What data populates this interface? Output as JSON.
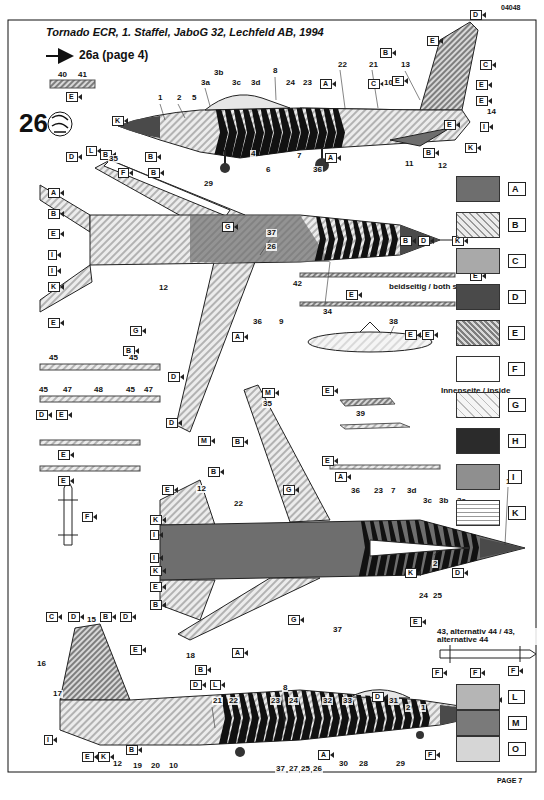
{
  "diagram": {
    "title": "Tornado ECR, 1. Staffel, JaboG 32, Lechfeld AB, 1994",
    "labels": [
      "04048",
      "26a (page 4)",
      "26",
      "PAGE 7",
      "40",
      "41",
      "E",
      "1",
      "2",
      "5",
      "3a",
      "3b",
      "3c",
      "3d",
      "8",
      "24",
      "23",
      "A",
      "22",
      "21",
      "C",
      "10",
      "B",
      "13",
      "D",
      "C",
      "E",
      "E",
      "E",
      "I",
      "14",
      "E",
      "K",
      "12",
      "11",
      "B",
      "A",
      "36",
      "7",
      "4",
      "6",
      "29",
      "B",
      "B",
      "F",
      "K",
      "E",
      "B",
      "D",
      "L",
      "35",
      "A",
      "B",
      "E",
      "I",
      "I",
      "K",
      "E",
      "12",
      "G",
      "B",
      "A",
      "G",
      "37",
      "26",
      "36",
      "9",
      "34",
      "E",
      "B",
      "D",
      "K",
      "42",
      "E",
      "beidseitig / both sides",
      "E",
      "M",
      "D",
      "45",
      "45",
      "45",
      "47",
      "48",
      "45",
      "47",
      "D",
      "D",
      "E",
      "E",
      "E",
      "F",
      "38",
      "E",
      "E",
      "M",
      "35",
      "B",
      "E",
      "Innenseite / inside",
      "39",
      "E",
      "B",
      "E",
      "12",
      "22",
      "G",
      "A",
      "36",
      "23",
      "7",
      "3d",
      "3c",
      "3b",
      "3a",
      "1",
      "2",
      "K",
      "D",
      "K",
      "I",
      "I",
      "K",
      "E",
      "B",
      "24",
      "25",
      "37",
      "G",
      "E",
      "A",
      "43, alternativ 44 / 43, alternative 44",
      "F",
      "F",
      "F",
      "C",
      "D",
      "15",
      "B",
      "D",
      "16",
      "17",
      "E",
      "18",
      "B",
      "D",
      "L",
      "21",
      "22",
      "23",
      "8",
      "24",
      "32",
      "33",
      "D",
      "31",
      "2",
      "1",
      "D",
      "K",
      "I",
      "E",
      "K",
      "12",
      "B",
      "19",
      "20",
      "10",
      "37",
      "27",
      "25",
      "26",
      "A",
      "30",
      "28",
      "29",
      "F"
    ],
    "legend": [
      {
        "text": "A",
        "color": "#6e6e6e"
      },
      {
        "text": "B"
      },
      {
        "text": "C",
        "color": "#a9a9a9"
      },
      {
        "text": "D",
        "color": "#4a4a4a"
      },
      {
        "text": "E"
      },
      {
        "text": "F",
        "color": "#ffffff"
      },
      {
        "text": "G"
      },
      {
        "text": "H",
        "color": "#2b2b2b"
      },
      {
        "text": "I",
        "color": "#8f8f8f"
      },
      {
        "text": "K"
      },
      {
        "text": "L",
        "color": "#b5b5b5"
      },
      {
        "text": "M",
        "color": "#7a7a7a"
      },
      {
        "text": "O",
        "color": "#d6d6d6"
      }
    ]
  }
}
